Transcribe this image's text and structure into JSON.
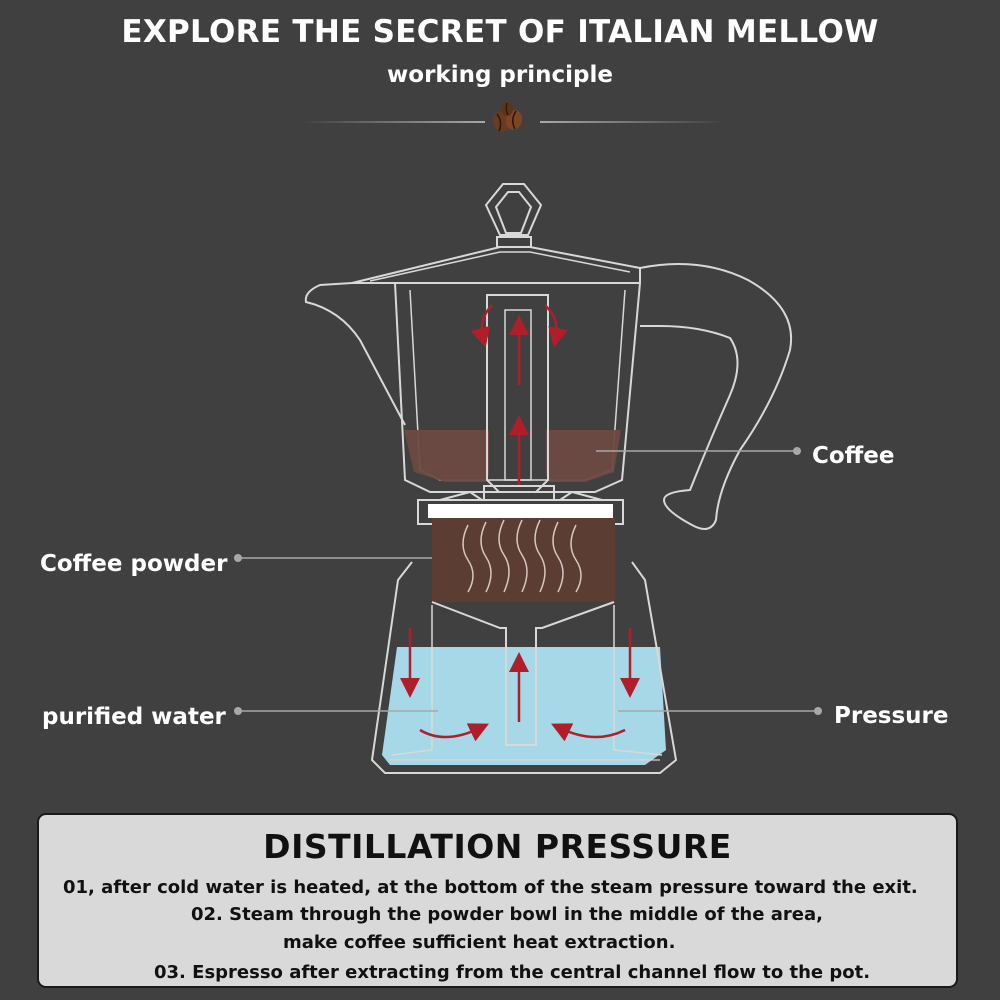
{
  "header": {
    "title": "EXPLORE THE SECRET OF ITALIAN MELLOW",
    "subtitle": "working principle"
  },
  "labels": {
    "coffee": "Coffee",
    "coffee_powder": "Coffee powder",
    "purified_water": "purified water",
    "pressure": "Pressure"
  },
  "panel": {
    "title": "DISTILLATION PRESSURE",
    "lines": [
      "01, after cold water is heated, at the bottom of the steam pressure toward the exit.",
      "02. Steam through the powder bowl in the middle of the area,",
      "make coffee sufficient heat extraction.",
      "03. Espresso after extracting from the central channel flow to the pot."
    ]
  },
  "colors": {
    "background": "#404040",
    "outline": "#d8d8d8",
    "coffee_liquid": "#6b4a42",
    "coffee_powder": "#5b3d34",
    "water": "#a6d8e8",
    "arrow": "#b01e2a",
    "panel_bg": "#d9d9d9"
  }
}
